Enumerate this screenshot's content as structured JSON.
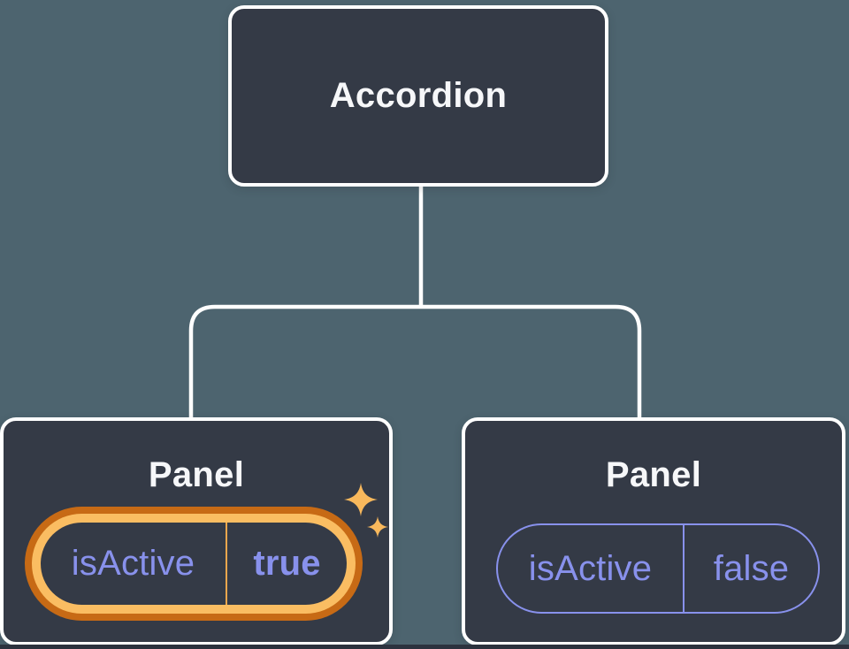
{
  "tree": {
    "root": {
      "label": "Accordion"
    },
    "panels": [
      {
        "title": "Panel",
        "prop_name": "isActive",
        "prop_value": "true",
        "highlighted": true
      },
      {
        "title": "Panel",
        "prop_name": "isActive",
        "prop_value": "false",
        "highlighted": false
      }
    ]
  },
  "icons": {
    "sparkle_large": "sparkle-icon",
    "sparkle_small": "sparkle-icon"
  },
  "colors": {
    "background": "#4d646f",
    "card": "#343a46",
    "card_border": "#ffffff",
    "text_primary": "#f6f7f9",
    "state_purple": "#8891ec",
    "highlight_gold": "#fabd62",
    "highlight_dark_orange": "#c76a15",
    "bottom_edge": "#2c323e"
  }
}
